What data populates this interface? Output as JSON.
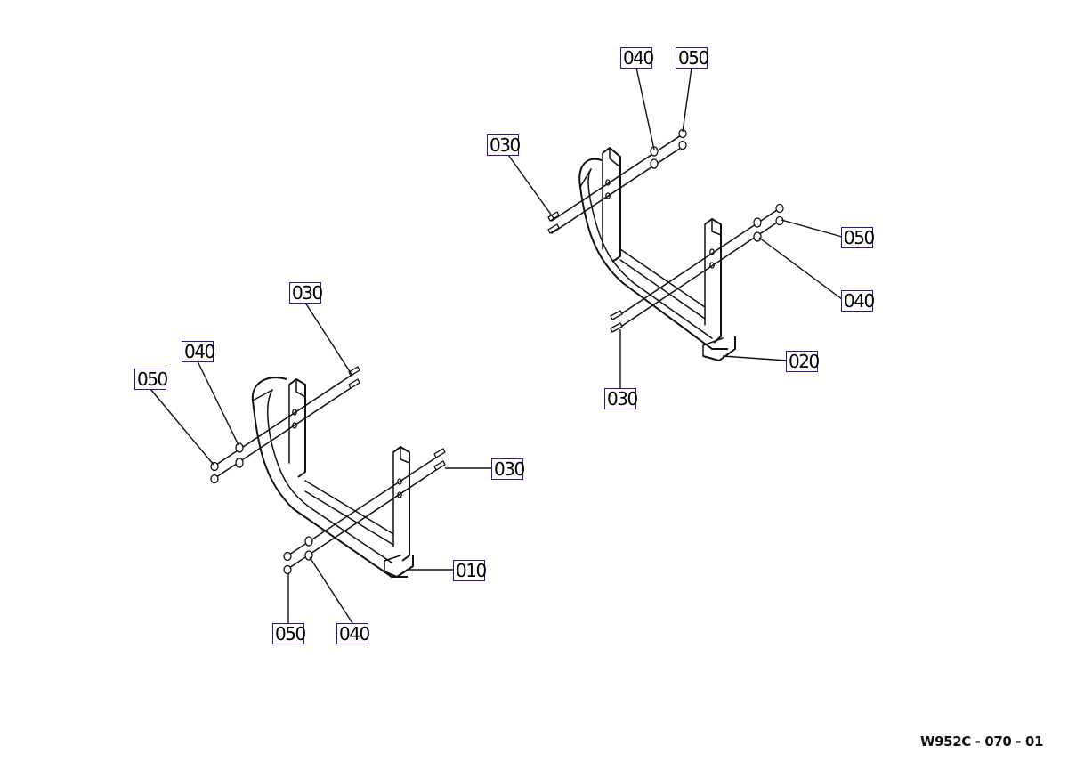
{
  "callouts": {
    "right_040_top": "040",
    "right_050_top": "050",
    "right_030_top": "030",
    "right_050_mid": "050",
    "right_040_mid": "040",
    "right_020": "020",
    "right_030_bottom": "030",
    "left_030_top": "030",
    "left_040_upper": "040",
    "left_050_upper": "050",
    "left_030_right": "030",
    "left_010": "010",
    "left_050_bottom": "050",
    "left_040_bottom": "040"
  },
  "drawing_code": "W952C - 070 - 01",
  "colors": {
    "callout_border": "#1a1aa6",
    "line": "#111111"
  }
}
